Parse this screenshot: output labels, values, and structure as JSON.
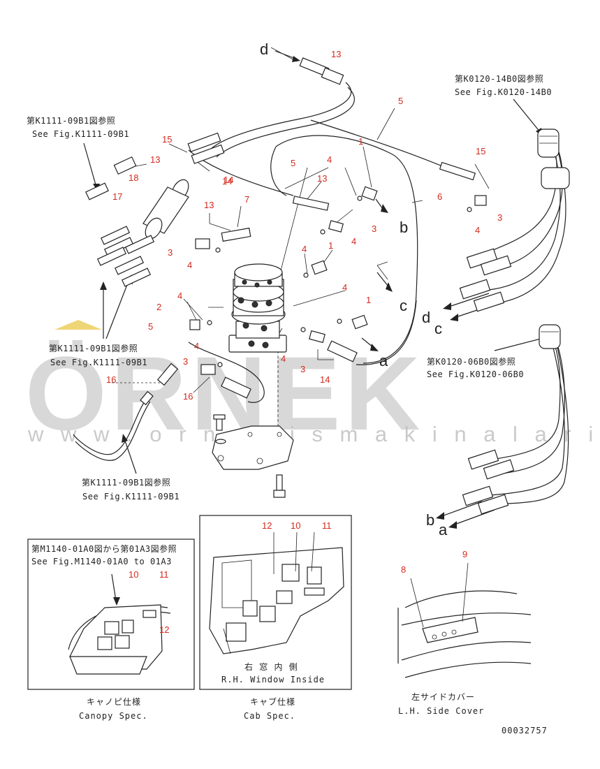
{
  "watermark": {
    "brand": "ÖRNEK",
    "url": "w w w . o r n e k i s m a k i n a l a r i . c o m . t r"
  },
  "references": {
    "k111109b1_top_jp": "第K1111-09B1図参照",
    "k111109b1_top_en": "See Fig.K1111-09B1",
    "k012014b0_jp": "第K0120-14B0図参照",
    "k012014b0_en": "See Fig.K0120-14B0",
    "k111109b1_mid_jp": "第K1111-09B1図参照",
    "k111109b1_mid_en": "See Fig.K1111-09B1",
    "k012006b0_jp": "第K0120-06B0図参照",
    "k012006b0_en": "See Fig.K0120-06B0",
    "k111109b1_bot_jp": "第K1111-09B1図参照",
    "k111109b1_bot_en": "See Fig.K1111-09B1",
    "m114001a0_jp": "第M1140-01A0図から第01A3図参照",
    "m114001a0_en": "See Fig.M1140-01A0 to 01A3"
  },
  "captions": {
    "canopy_jp": "キャノピ仕様",
    "canopy_en": "Canopy Spec.",
    "cab_jp": "キャブ仕様",
    "cab_en": "Cab Spec.",
    "window_jp": "右 窓 内 側",
    "window_en": "R.H. Window Inside",
    "side_cover_jp": "左サイドカバー",
    "side_cover_en": "L.H. Side Cover"
  },
  "drawing_number": "00032757",
  "letters": {
    "d": "d",
    "b": "b",
    "c": "c",
    "a": "a",
    "d2": "d",
    "c2": "c",
    "b2": "b",
    "a2": "a"
  },
  "part_numbers": {
    "p13a": "13",
    "p5a": "5",
    "p1a": "1",
    "p15a": "15",
    "p13b": "13",
    "p14a": "14",
    "p18": "18",
    "p17": "17",
    "p5b": "5",
    "p13c": "13",
    "p4a": "4",
    "p14b": "14",
    "p6": "6",
    "p15b": "15",
    "p3a": "3",
    "p4b": "4",
    "p13d": "13",
    "p7": "7",
    "p3b": "3",
    "p3c": "3",
    "p4c": "4",
    "p1b": "1",
    "p4d": "4",
    "p4e": "4",
    "p4f": "4",
    "p2": "2",
    "p1c": "1",
    "p5c": "5",
    "p4g": "4",
    "p4h": "4",
    "p3d": "3",
    "p16a": "16",
    "p3e": "3",
    "p14c": "14",
    "p16b": "16",
    "p4i": "4",
    "p12a": "12",
    "p10a": "10",
    "p11a": "11",
    "p10b": "10",
    "p11b": "11",
    "p12b": "12",
    "p8": "8",
    "p9": "9"
  }
}
